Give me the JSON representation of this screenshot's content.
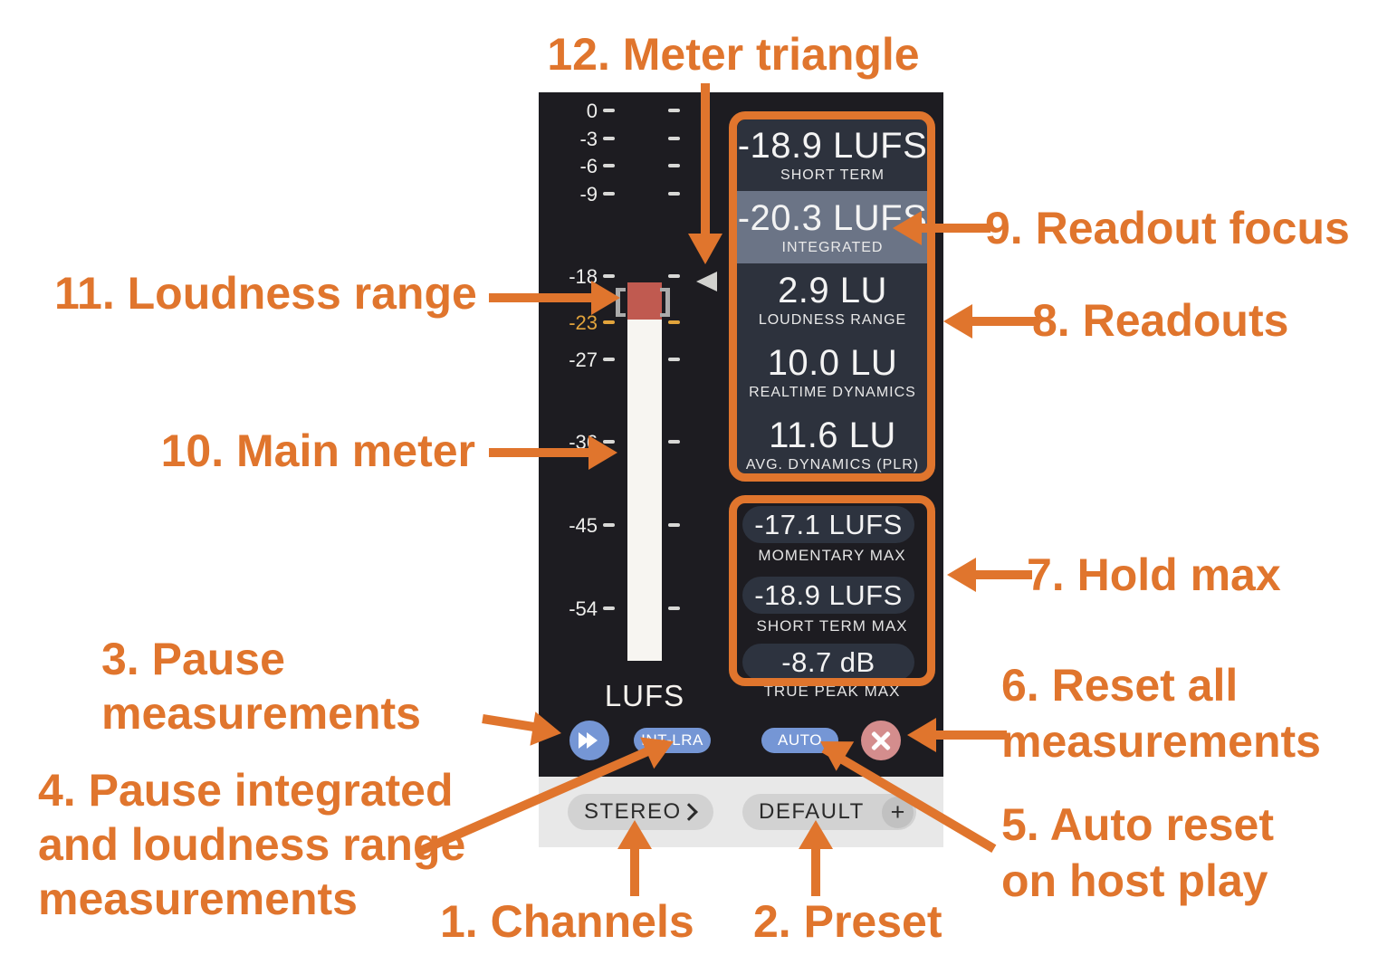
{
  "colors": {
    "annotation_orange": "#e0752d",
    "panel_bg": "#1d1c21",
    "readout_row_bg": "#2d323d",
    "readout_focus_bg": "#6b7486",
    "pill_bg": "#2d333f",
    "meter_bar": "#f7f5f1",
    "meter_red": "#c05a50",
    "scale_accent": "#e2a43c",
    "blue_button": "#7596d5",
    "reset_red": "#d48d8d",
    "bottom_bar_bg": "#e8e8e8",
    "bottom_pill_bg": "#d2d2d2"
  },
  "meter": {
    "unit": "LUFS",
    "ticks": [
      {
        "label": "0"
      },
      {
        "label": "-3"
      },
      {
        "label": "-6"
      },
      {
        "label": "-9"
      },
      {
        "label": "-18"
      },
      {
        "label": "-23"
      },
      {
        "label": "-27"
      },
      {
        "label": "-36"
      },
      {
        "label": "-45"
      },
      {
        "label": "-54"
      }
    ]
  },
  "readouts": {
    "rows": [
      {
        "value": "-18.9 LUFS",
        "label": "SHORT TERM"
      },
      {
        "value": "-20.3 LUFS",
        "label": "INTEGRATED"
      },
      {
        "value": "2.9 LU",
        "label": "LOUDNESS RANGE"
      },
      {
        "value": "10.0 LU",
        "label": "REALTIME DYNAMICS"
      },
      {
        "value": "11.6 LU",
        "label": "AVG. DYNAMICS (PLR)"
      }
    ]
  },
  "hold_max": {
    "rows": [
      {
        "value": "-17.1 LUFS",
        "label": "MOMENTARY MAX"
      },
      {
        "value": "-18.9 LUFS",
        "label": "SHORT TERM MAX"
      },
      {
        "value": "-8.7 dB",
        "label": "TRUE PEAK MAX"
      }
    ]
  },
  "controls": {
    "int_lra_label": "INT-LRA",
    "auto_label": "AUTO"
  },
  "bottom_bar": {
    "channels_value": "STEREO",
    "preset_value": "DEFAULT",
    "preset_add": "+"
  },
  "annotations": {
    "n12": "12. Meter triangle",
    "n11": "11. Loudness range",
    "n10": "10. Main meter",
    "n9": "9. Readout focus",
    "n8": "8. Readouts",
    "n7": "7. Hold max",
    "n6_line1": "6. Reset all",
    "n6_line2": "measurements",
    "n5_line1": "5. Auto reset",
    "n5_line2": "on host play",
    "n4_line1": "4. Pause integrated",
    "n4_line2": "and loudness range",
    "n4_line3": "measurements",
    "n3_line1": "3. Pause",
    "n3_line2": "measurements",
    "n1": "1. Channels",
    "n2": "2. Preset"
  }
}
